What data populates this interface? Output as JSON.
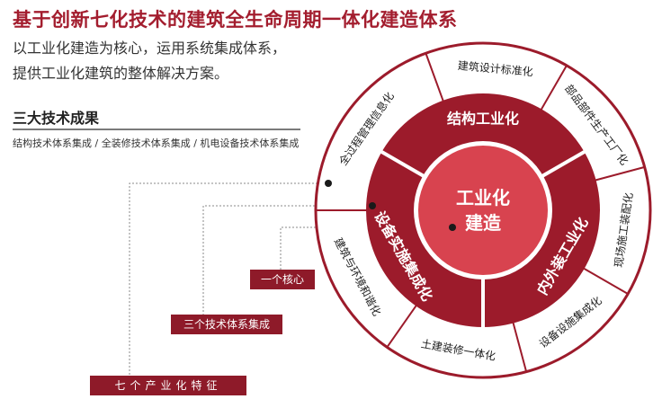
{
  "title": "基于创新七化技术的建筑全生命周期一体化建造体系",
  "subtitle_line1": "以工业化建造为核心，运用系统集成体系，",
  "subtitle_line2": "提供工业化建筑的整体解决方案。",
  "section": {
    "title": "三大技术成果",
    "items": "结构技术体系集成 / 全装修技术体系集成 / 机电设备技术体系集成"
  },
  "center": {
    "line1": "工业化",
    "line2": "建造"
  },
  "middle_ring": [
    "结构工业化",
    "内外装工业化",
    "设备实施集成化"
  ],
  "outer_ring": [
    "建筑设计标准化",
    "部品部件生产工厂化",
    "现场施工装配化",
    "设备设施集成化",
    "土建装修一体化",
    "建筑与环境和谐化",
    "全过程管理信息化"
  ],
  "tags": [
    "一个核心",
    "三个技术体系集成",
    "七个产业化特征"
  ],
  "colors": {
    "title": "#a31d2e",
    "outer_fill": "#ffffff",
    "outer_border": "#9c1b2b",
    "middle_fill": "#9c1b2b",
    "center_fill": "#d8434f",
    "tag_fill": "#8e1a29"
  }
}
